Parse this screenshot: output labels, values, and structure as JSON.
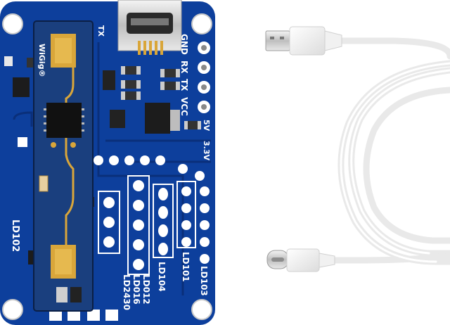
{
  "board": {
    "antenna_brand": "WiGig®",
    "pin_labels": {
      "gnd": "GND",
      "rx": "RX",
      "tx": "TX",
      "vcc": "VCC",
      "v5": "5V",
      "v33": "3.3V",
      "tx_top": "TX"
    },
    "model_labels": {
      "ld102": "LD102",
      "ld104": "LD104",
      "ld101": "LD101",
      "ld103": "LD103",
      "ld012": "LD012",
      "ld016": "LD016",
      "ld2430": "LD2430"
    }
  },
  "colors": {
    "pcb": "#0d3f9c",
    "pcb_dark": "#0a2f7a",
    "silk": "#ffffff",
    "gold": "#d9a63a",
    "antenna_board": "#1a3f7e",
    "cable": "#f2f2f2"
  }
}
